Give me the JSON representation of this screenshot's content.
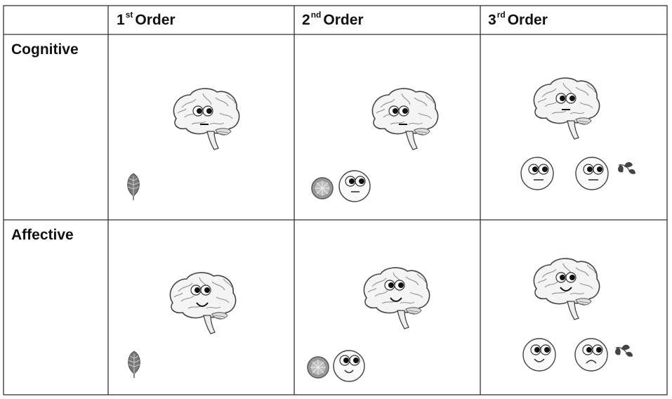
{
  "columns": [
    {
      "order": "1",
      "suffix": "st",
      "label": "Order"
    },
    {
      "order": "2",
      "suffix": "nd",
      "label": "Order"
    },
    {
      "order": "3",
      "suffix": "rd",
      "label": "Order"
    }
  ],
  "rows": [
    {
      "label": "Cognitive"
    },
    {
      "label": "Affective"
    }
  ],
  "colors": {
    "line": "#333333",
    "ink": "#111111",
    "leaf": "#777777",
    "orange": "#8a8a8a"
  }
}
